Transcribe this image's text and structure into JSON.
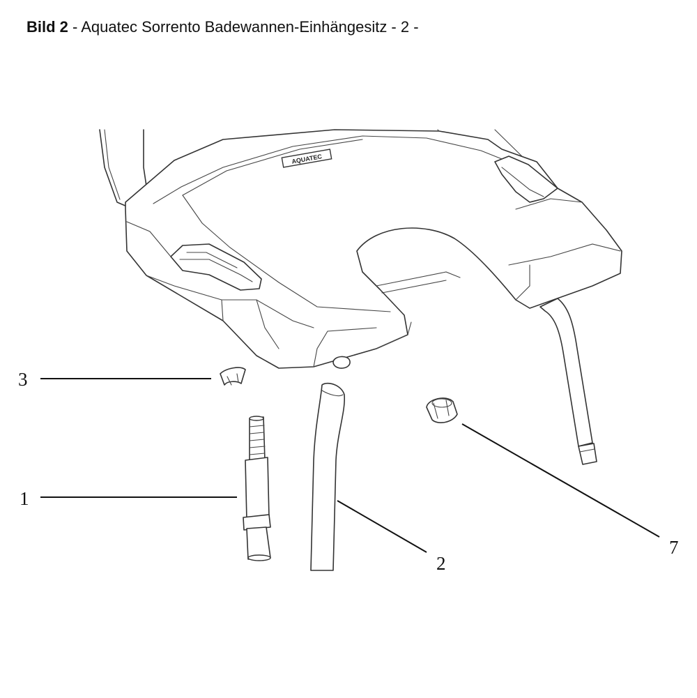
{
  "header": {
    "figure_label": "Bild 2",
    "title_rest": " - Aquatec Sorrento Badewannen-Einhängesitz - 2 -"
  },
  "logo_text": "AQUATEC",
  "callouts": [
    {
      "id": "3",
      "label": "3"
    },
    {
      "id": "1",
      "label": "1"
    },
    {
      "id": "2",
      "label": "2"
    },
    {
      "id": "7",
      "label": "7"
    }
  ]
}
